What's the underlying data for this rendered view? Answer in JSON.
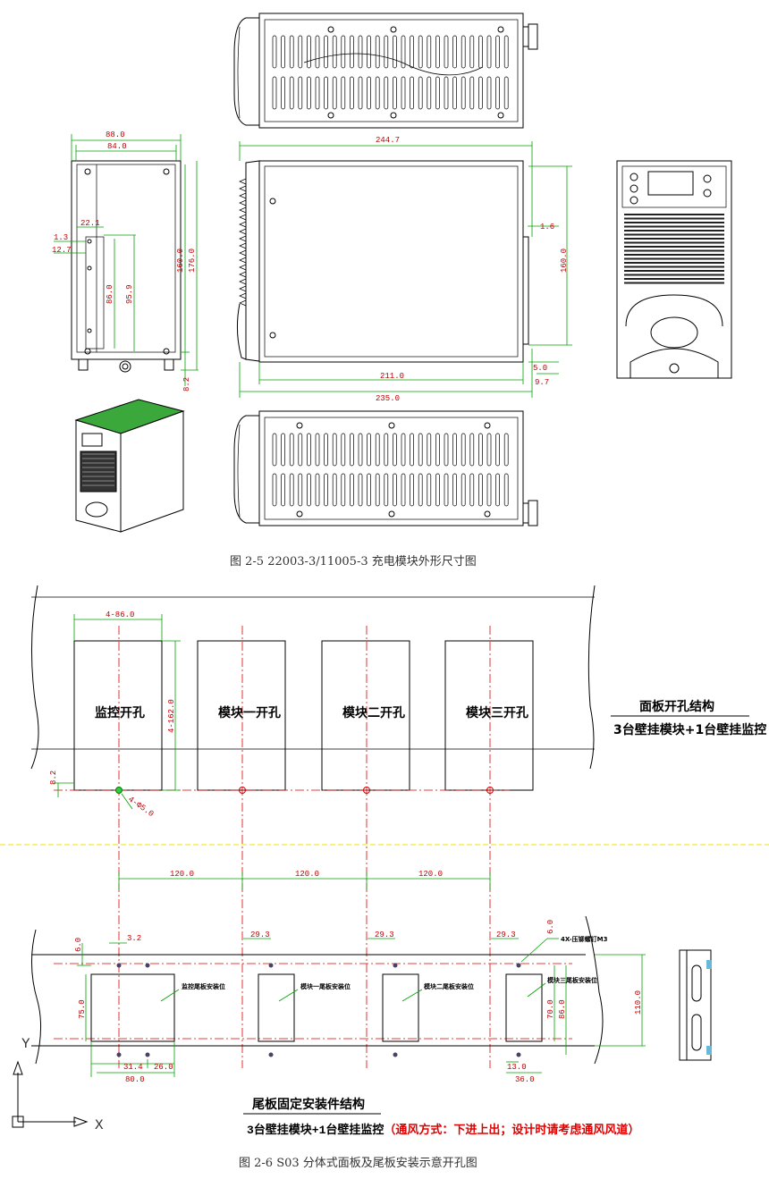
{
  "fig1": {
    "caption": "图 2-5   22003-3/11005-3 充电模块外形尺寸图",
    "dims": {
      "w88": "88.0",
      "w84": "84.0",
      "d22": "22.1",
      "d13": "1.3",
      "d127": "12.7",
      "h86": "86.0",
      "h959": "95.9",
      "h160a": "160.0",
      "h176": "176.0",
      "h82": "8.2",
      "l2447": "244.7",
      "d16": "1.6",
      "h160b": "160.0",
      "d50": "5.0",
      "l211": "211.0",
      "d97": "9.7",
      "l235": "235.0"
    }
  },
  "fig2": {
    "caption": "图 2-6   S03 分体式面板及尾板安装示意开孔图",
    "panel": {
      "w_dim": "4-86.0",
      "h_dim": "4-162.0",
      "offset_dim": "8.2",
      "hole_dim": "4-Φ5.0",
      "cutouts": [
        "监控开孔",
        "模块一开孔",
        "模块二开孔",
        "模块三开孔"
      ],
      "title": "面板开孔结构",
      "subtitle": "3台壁挂模块+1台壁挂监控"
    },
    "tail": {
      "pitch": [
        "120.0",
        "120.0",
        "120.0"
      ],
      "d32": "3.2",
      "d293a": "29.3",
      "d293b": "29.3",
      "d293c": "29.3",
      "d60": "6.0",
      "d60b": "6.0",
      "d750": "75.0",
      "d314": "31.4",
      "d260": "26.0",
      "d800": "80.0",
      "d700": "70.0",
      "d860": "86.0",
      "d1100": "110.0",
      "d130": "13.0",
      "d360": "36.0",
      "screw": "4X-压铆螺钉M3",
      "plates": [
        "监控尾板安装位",
        "模块一尾板安装位",
        "模块二尾板安装位",
        "模块三尾板安装位"
      ],
      "title": "尾板固定安装件结构",
      "subtitle_black": "3台壁挂模块+1台壁挂监控",
      "subtitle_red": "（通风方式：下进上出；设计时请考虑通风风道）"
    },
    "axes": {
      "y": "Y",
      "x": "X"
    }
  }
}
